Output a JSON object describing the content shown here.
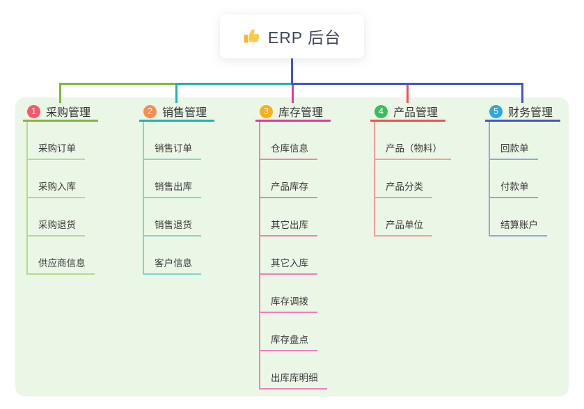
{
  "root": {
    "label": "ERP 后台",
    "icon": "thumbs-up"
  },
  "colors": {
    "canvas_panel": "#EBF7E6",
    "connector": "#4355C5",
    "heading_text": "#333333",
    "child_text": "#3A3A3A",
    "root_text": "#3D4758"
  },
  "branches": [
    {
      "num": "1",
      "label": "采购管理",
      "line_color": "#7CB93D",
      "child_line_color": "#B5D98F",
      "badge_color": "#F2596B",
      "children": [
        "采购订单",
        "采购入库",
        "采购退货",
        "供应商信息"
      ]
    },
    {
      "num": "2",
      "label": "销售管理",
      "line_color": "#21B3AB",
      "child_line_color": "#83D4CD",
      "badge_color": "#FB8B51",
      "children": [
        "销售订单",
        "销售出库",
        "销售退货",
        "客户信息"
      ]
    },
    {
      "num": "3",
      "label": "库存管理",
      "line_color": "#E23A97",
      "child_line_color": "#F07FBB",
      "badge_color": "#FBAD1B",
      "children": [
        "仓库信息",
        "产品库存",
        "其它出库",
        "其它入库",
        "库存调拨",
        "库存盘点",
        "出库库明细"
      ]
    },
    {
      "num": "4",
      "label": "产品管理",
      "line_color": "#F05050",
      "child_line_color": "#F59E9D",
      "badge_color": "#3BBD5D",
      "children": [
        "产品（物料）",
        "产品分类",
        "产品单位"
      ]
    },
    {
      "num": "5",
      "label": "财务管理",
      "line_color": "#4355C5",
      "child_line_color": "#93A5DD",
      "badge_color": "#2FA7DC",
      "children": [
        "回款单",
        "付款单",
        "结算账户"
      ]
    }
  ]
}
